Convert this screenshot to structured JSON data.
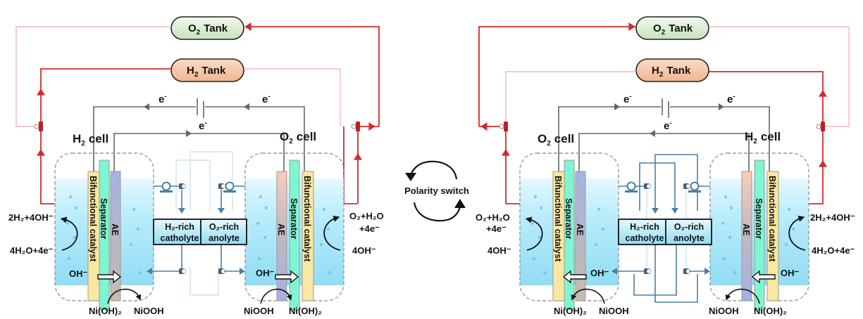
{
  "colors": {
    "gas_active": "#d42a2a",
    "gas_inactive": "#f2b8b8",
    "wire": "#666666",
    "pipe_active": "#4a7fa8",
    "pipe_inactive": "#c8dbe8",
    "o2_tank_fill": "#d8ebd0",
    "h2_tank_fill": "#f6c8aa",
    "separator": "#7ff5d2",
    "catalyst": "#fbe7a0",
    "ae_h2_side": "#a7b0de",
    "ae_o2_side": "#f5cdb8",
    "electrolyte": "#a6e6f8"
  },
  "center": {
    "polarity_switch": "Polarity switch"
  },
  "panels": [
    {
      "id": "left",
      "o2_tank": {
        "label": "O",
        "sub": "2",
        "suffix": "Tank"
      },
      "h2_tank": {
        "label": "H",
        "sub": "2",
        "suffix": "Tank"
      },
      "electron_labels": [
        "e",
        "e",
        "e"
      ],
      "electron_sup": "-",
      "cell_left": {
        "label": "H",
        "sub": "2",
        "suffix": "cell"
      },
      "cell_right": {
        "label": "O",
        "sub": "2",
        "suffix": "cell"
      },
      "left_cell": {
        "catalyst": "Bifunctional catalyst",
        "separator": "Separator",
        "ae": "AE",
        "eq_top": "2H₂+4OH⁻",
        "eq_bottom": "4H₂O+4e⁻",
        "ion": "OH⁻",
        "ni_left": "Ni(OH)₂",
        "ni_right": "NiOOH"
      },
      "right_cell": {
        "catalyst": "Bifunctional catalyst",
        "separator": "Separator",
        "ae": "AE",
        "eq_top_1": "O₂+H₂O",
        "eq_top_2": "+4e⁻",
        "eq_bottom": "4OH⁻",
        "ion": "OH⁻",
        "ni_left": "NiOOH",
        "ni_right": "Ni(OH)₂"
      },
      "catholyte_box": [
        "H₂-rich",
        "catholyte"
      ],
      "anolyte_box": [
        "O₂-rich",
        "anolyte"
      ]
    },
    {
      "id": "right",
      "o2_tank": {
        "label": "O",
        "sub": "2",
        "suffix": "Tank"
      },
      "h2_tank": {
        "label": "H",
        "sub": "2",
        "suffix": "Tank"
      },
      "electron_labels": [
        "e",
        "e",
        "e"
      ],
      "electron_sup": "-",
      "cell_left": {
        "label": "O",
        "sub": "2",
        "suffix": "cell"
      },
      "cell_right": {
        "label": "H",
        "sub": "2",
        "suffix": "cell"
      },
      "left_cell": {
        "catalyst": "Bifunctional catalyst",
        "separator": "Separator",
        "ae": "AE",
        "eq_top_1": "O₂+H₂O",
        "eq_top_2": "+4e⁻",
        "eq_bottom": "4OH⁻",
        "ion": "OH⁻",
        "ni_left": "Ni(OH)₂",
        "ni_right": "NiOOH"
      },
      "right_cell": {
        "catalyst": "Bifunctional catalyst",
        "separator": "Separator",
        "ae": "AE",
        "eq_top": "2H₂+4OH⁻",
        "eq_bottom": "4H₂O+4e⁻",
        "ion": "OH⁻",
        "ni_left": "NiOOH",
        "ni_right": "Ni(OH)₂"
      },
      "catholyte_box": [
        "H₂-rich",
        "catholyte"
      ],
      "anolyte_box": [
        "O₂-rich",
        "anolyte"
      ]
    }
  ]
}
